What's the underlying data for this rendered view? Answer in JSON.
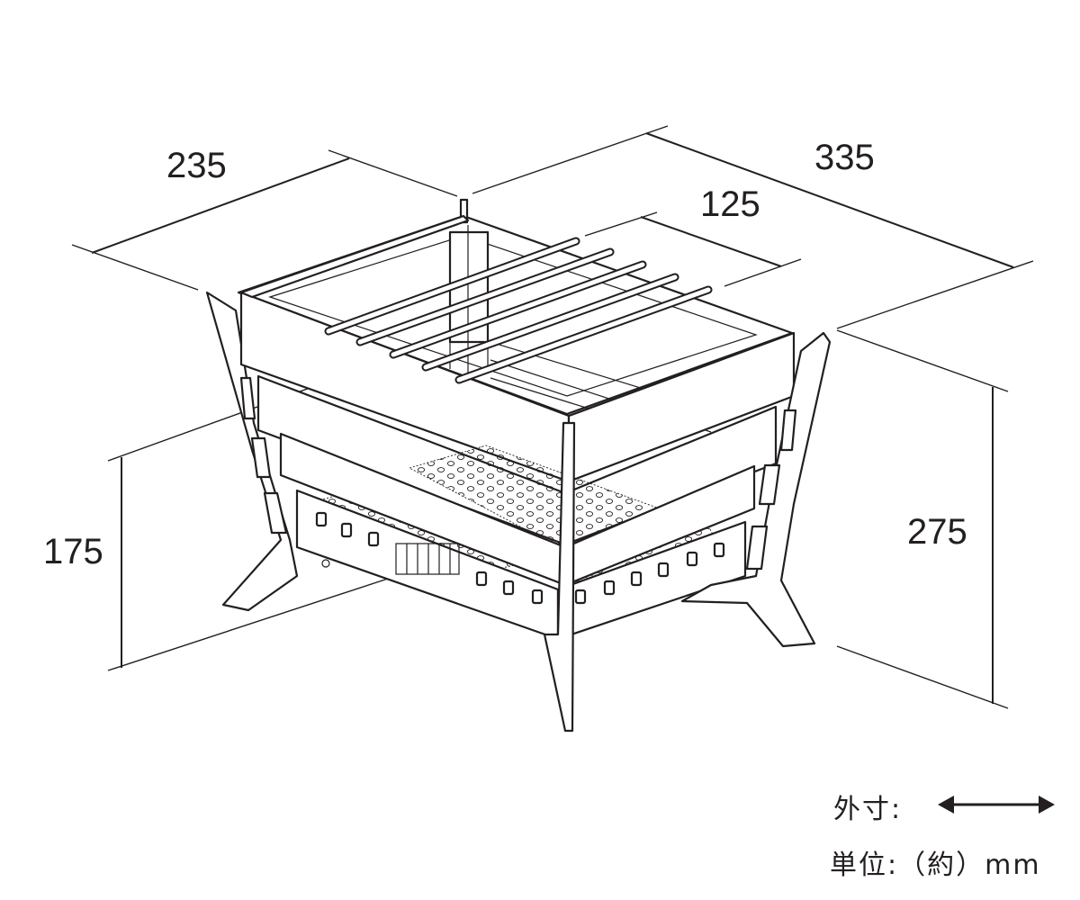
{
  "dimensions": {
    "depth": "235",
    "width": "335",
    "grill_width": "125",
    "height_body": "175",
    "height_total": "275"
  },
  "legend": {
    "outer_label": "外寸:",
    "unit_label": "単位:（約）mm",
    "arrow_icon": "double-arrow-icon"
  },
  "colors": {
    "line": "#231f20",
    "background": "#ffffff"
  }
}
